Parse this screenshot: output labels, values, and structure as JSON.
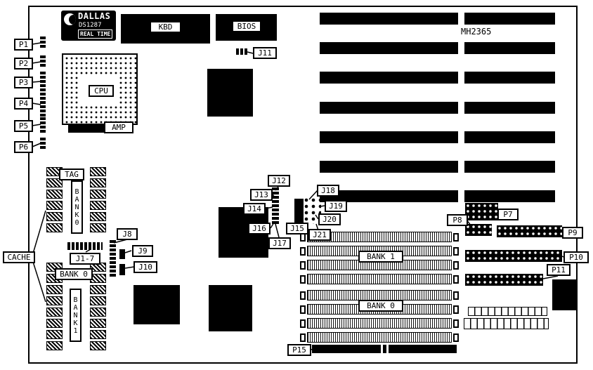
{
  "board": {
    "model": "MH2365"
  },
  "chips": {
    "dallas": {
      "brand": "DALLAS",
      "model": "DS1287",
      "type": "REAL TIME"
    },
    "kbd": "KBD",
    "bios": "BIOS",
    "cpu": "CPU",
    "amp": "AMP"
  },
  "cache": {
    "label": "CACHE",
    "tag": "TAG",
    "bank0_vertical": "BANK0",
    "bank0_horizontal": "BANK 0",
    "bank1_vertical": "BANK1",
    "jumpers_label": "J1-7"
  },
  "simm": {
    "bank1": "BANK 1",
    "bank0": "BANK 0"
  },
  "connectors": {
    "p1": "P1",
    "p2": "P2",
    "p3": "P3",
    "p4": "P4",
    "p5": "P5",
    "p6": "P6",
    "p7": "P7",
    "p8": "P8",
    "p9": "P9",
    "p10": "P10",
    "p11": "P11",
    "p15": "P15"
  },
  "jumpers": {
    "j8": "J8",
    "j9": "J9",
    "j10": "J10",
    "j11": "J11",
    "j12": "J12",
    "j13": "J13",
    "j14": "J14",
    "j15": "J15",
    "j16": "J16",
    "j17": "J17",
    "j18": "J18",
    "j19": "J19",
    "j20": "J20",
    "j21": "J21"
  },
  "colors": {
    "board": "#ffffff",
    "component": "#000000"
  }
}
